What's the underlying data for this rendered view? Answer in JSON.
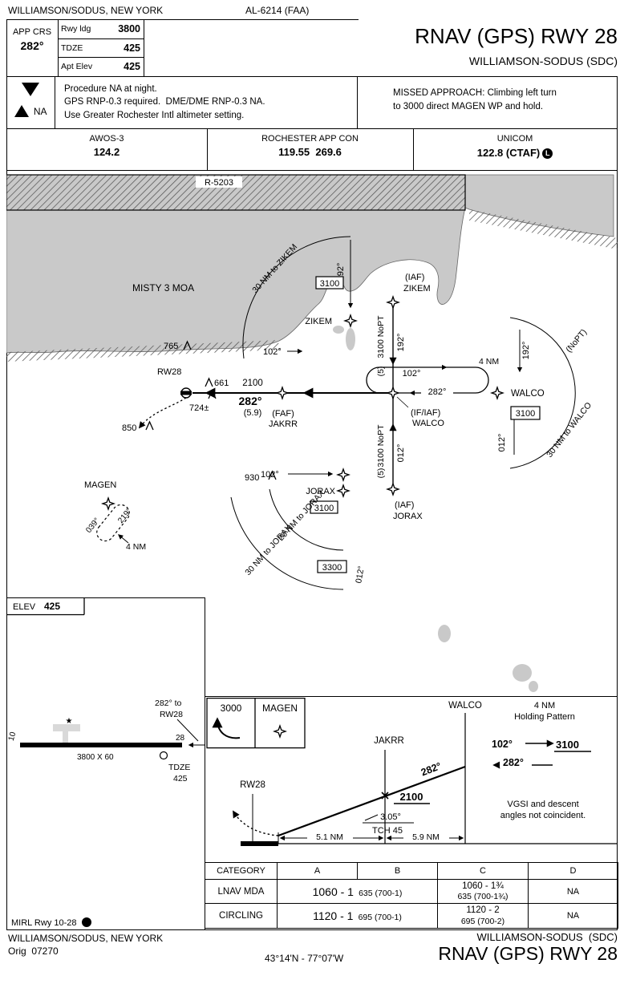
{
  "colors": {
    "water": "#c9c9c9",
    "ink": "#000000"
  },
  "header": {
    "city": "WILLIAMSON/SODUS, NEW YORK",
    "al": "AL-6214 (FAA)",
    "title": "RNAV (GPS) RWY 28",
    "airport": "WILLIAMSON-SODUS (SDC)"
  },
  "briefing": {
    "app_crs_label": "APP CRS",
    "app_crs": "282°",
    "rows": [
      {
        "label": "Rwy ldg",
        "value": "3800"
      },
      {
        "label": "TDZE",
        "value": "425"
      },
      {
        "label": "Apt Elev",
        "value": "425"
      }
    ],
    "t_symbol": "T",
    "a_symbol": "A",
    "na": "NA",
    "note1": "Procedure NA at night.",
    "note2": "GPS RNP-0.3 required.  DME/DME RNP-0.3 NA.",
    "note3": "Use Greater Rochester Intl altimeter setting.",
    "missed1": "MISSED APPROACH: Climbing left turn",
    "missed2": "to 3000 direct MAGEN WP and hold."
  },
  "comms": {
    "c1_name": "AWOS-3",
    "c1_freq": "124.2",
    "c2_name": "ROCHESTER APP CON",
    "c2_freq": "119.55  269.6",
    "c3_name": "UNICOM",
    "c3_freq": "122.8 (CTAF)",
    "l": "L"
  },
  "plan": {
    "r5203": "R-5203",
    "moa": "MISTY 3 MOA",
    "arc_zikem": "30 NM to ZIKEM",
    "zikem_crs": "192°",
    "zikem_alt": "3100",
    "iaf1": "(IAF)",
    "iaf1_name": "ZIKEM",
    "zikem_label": "ZIKEM",
    "taa_102": "102°",
    "leg1_alt": "3100 NoPT",
    "leg1_d": "(5)",
    "leg1_crs": "192°",
    "hold_len": "4 NM",
    "hold_out": "102°",
    "hold_in": "282°",
    "walco": "WALCO",
    "walco_alt": "3100",
    "taa_r_crs": "192°",
    "taa_r_nopt": "(NoPT)",
    "taa_r_arc": "30 NM to WALCO",
    "taa_r_012": "012°",
    "obs765": "765",
    "obs661": "661",
    "obs724": "724±",
    "obs850": "850",
    "obs930": "930",
    "rw28": "RW28",
    "faf": "(FAF)",
    "faf_name": "JAKRR",
    "seg_alt": "2100",
    "seg_crs": "282°",
    "seg_d": "(5.9)",
    "ifiaf": "(IF/IAF)",
    "ifiaf_name": "WALCO",
    "magen": "MAGEN",
    "magen_out": "039°",
    "magen_in": "219°",
    "magen_len": "4 NM",
    "jorax_crs": "102°",
    "jorax_label": "JORAX",
    "jorax_alt": "3100",
    "iaf2": "(IAF)",
    "iaf2_name": "JORAX",
    "leg2_alt": "3100 NoPT",
    "leg2_d": "(5)",
    "leg2_crs": "012°",
    "arc20": "20 NM to JORAX",
    "arc30": "30 NM to JORAX",
    "taa_3300": "3300",
    "taa_b_012": "012°"
  },
  "sketch": {
    "elev_label": "ELEV",
    "elev": "425",
    "r10": "10",
    "r28": "28",
    "dims": "3800 X 60",
    "appr1": "282° to",
    "appr2": "RW28",
    "tdze_label": "TDZE",
    "tdze": "425",
    "mirl": "MIRL Rwy 10-28",
    "l": "L",
    "beacon": "★"
  },
  "profile": {
    "ma_alt": "3000",
    "ma_fix": "MAGEN",
    "walco": "WALCO",
    "hold1": "4 NM",
    "hold2": "Holding Pattern",
    "out_crs": "102°",
    "hold_alt": "3100",
    "in_crs": "282°",
    "jakrr": "JAKRR",
    "fac": "282°",
    "ia": "2100",
    "rw28": "RW28",
    "gs": "3.05°",
    "tch": "TCH 45",
    "d1": "5.1 NM",
    "d2": "5.9 NM",
    "vgsi1": "VGSI and descent",
    "vgsi2": "angles not coincident."
  },
  "minimums": {
    "h": [
      "CATEGORY",
      "A",
      "B",
      "C",
      "D"
    ],
    "rows": [
      {
        "name": "LNAV MDA",
        "main": "1060 - 1",
        "vis": "635 (700-1)",
        "c1": "1060 - 1¾",
        "c2": "635 (700-1¾)",
        "d": "NA"
      },
      {
        "name": "CIRCLING",
        "main": "1120 - 1",
        "vis": "695 (700-1)",
        "c1": "1120 - 2",
        "c2": "695 (700-2)",
        "d": "NA"
      }
    ]
  },
  "footer": {
    "city": "WILLIAMSON/SODUS, NEW YORK",
    "orig": "Orig  07270",
    "coords": "43°14'N - 77°07'W",
    "airport": "WILLIAMSON-SODUS  (SDC)",
    "title": "RNAV (GPS) RWY 28"
  }
}
